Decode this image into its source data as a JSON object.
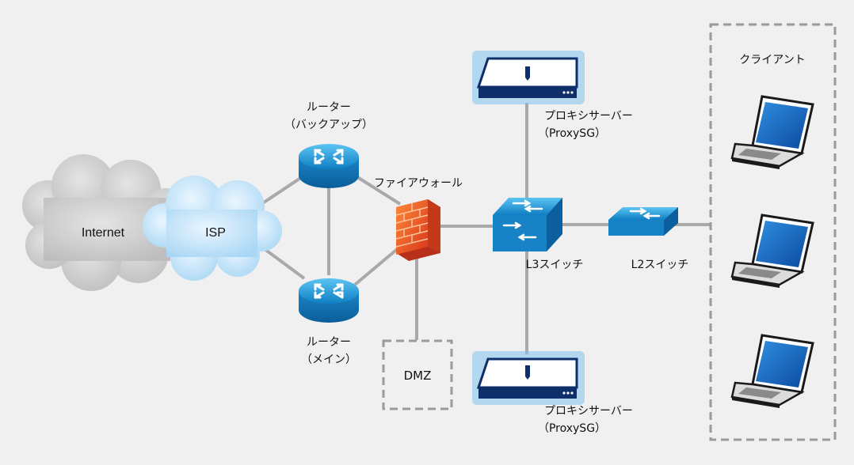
{
  "clouds": {
    "internet": "Internet",
    "isp": "ISP"
  },
  "routers": {
    "backup": {
      "line1": "ルーター",
      "line2": "（バックアップ）"
    },
    "main": {
      "line1": "ルーター",
      "line2": "（メイン）"
    }
  },
  "firewall": {
    "label": "ファイアウォール"
  },
  "dmz": {
    "label": "DMZ"
  },
  "switches": {
    "l3": "L3スイッチ",
    "l2": "L2スイッチ"
  },
  "proxy_top": {
    "line1": "プロキシサーバー",
    "line2": "（ProxySG）"
  },
  "proxy_bottom": {
    "line1": "プロキシサーバー",
    "line2": "（ProxySG）"
  },
  "clients": {
    "title": "クライアント"
  },
  "colors": {
    "background": "#f0f0f0",
    "link": "#a9a9a9",
    "device_blue": "#1e8fd0",
    "firewall": "#e8501a"
  }
}
